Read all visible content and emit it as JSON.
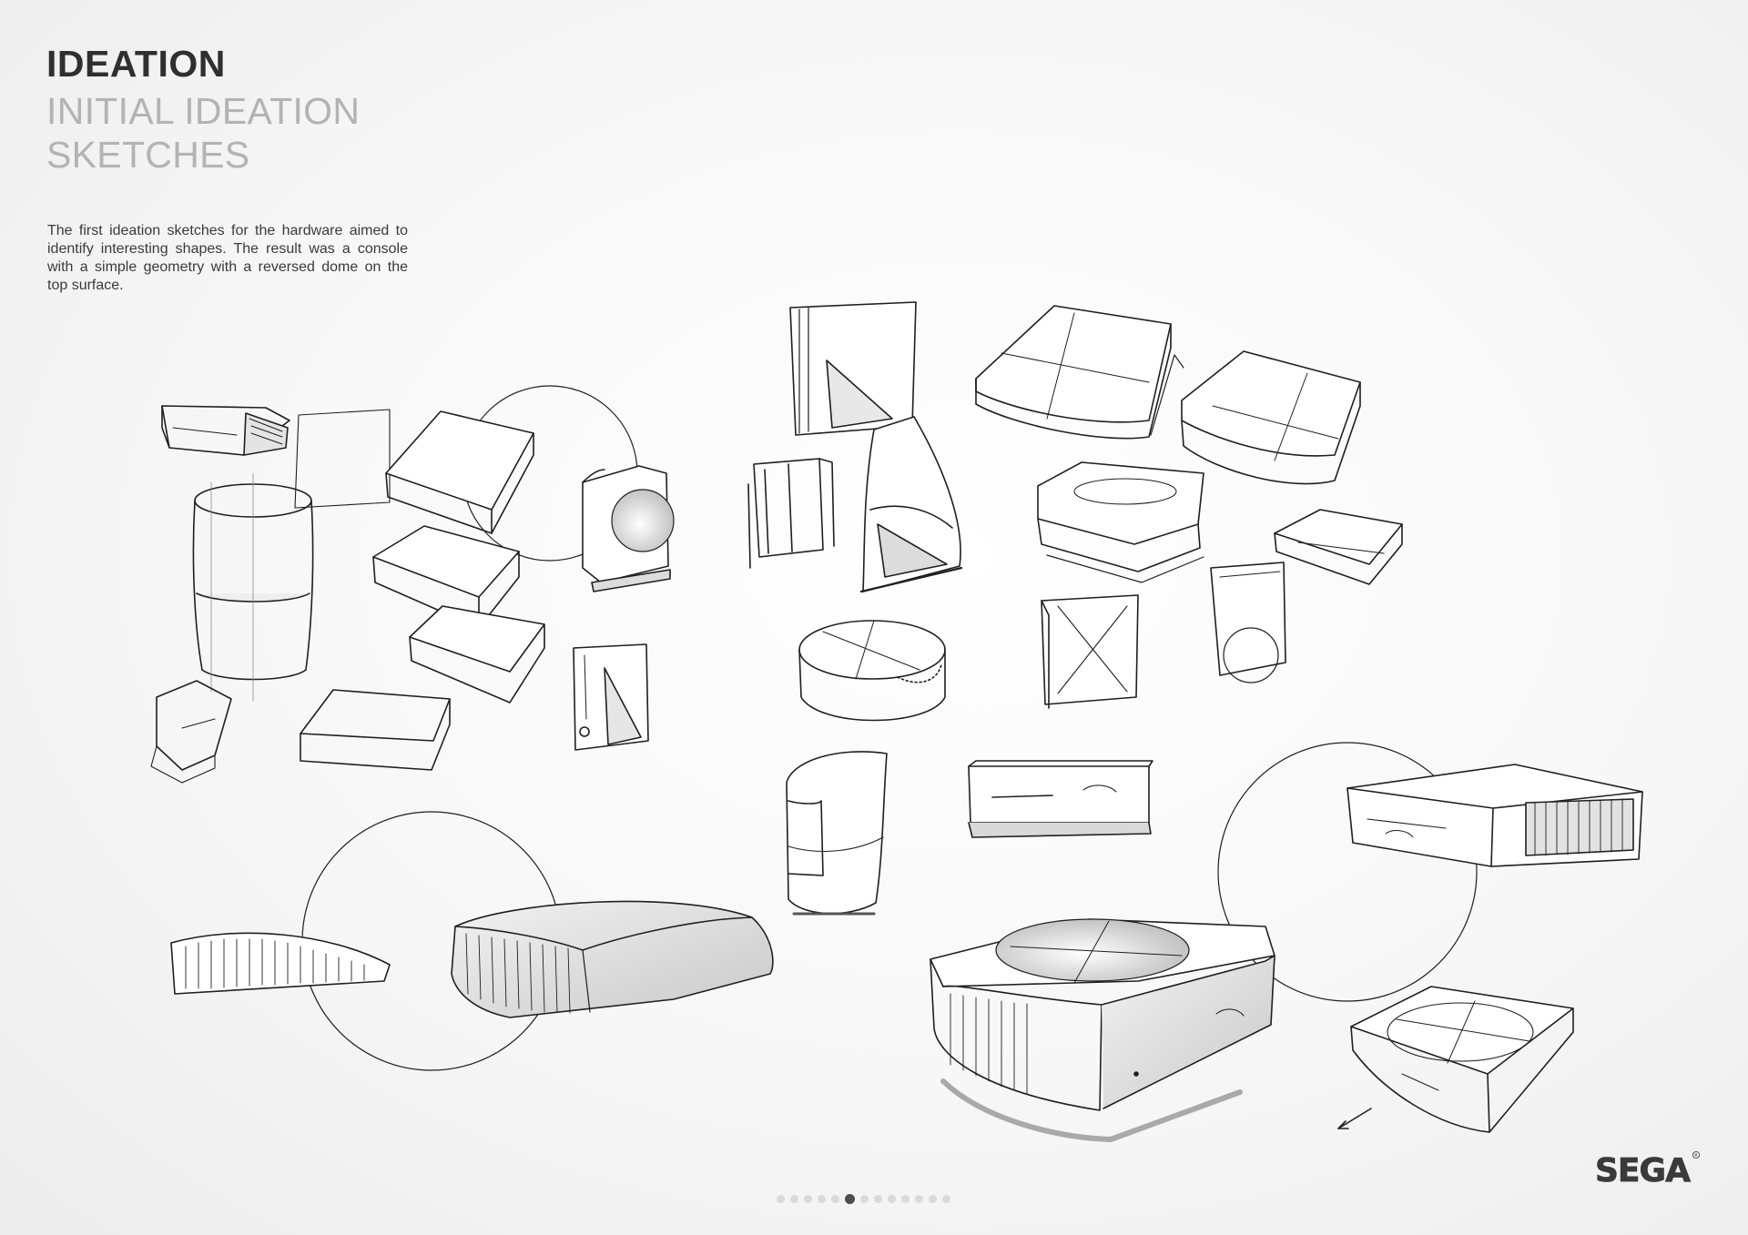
{
  "header": {
    "title": "IDEATION",
    "subtitle": "INITIAL IDEATION SKETCHES"
  },
  "description": "The first ideation sketches for the hardware aimed to identify interesting shapes. The result was a console with a simple geometry with a reversed dome on the top surface.",
  "brand": {
    "logo_text": "SEGA",
    "logo_color": "#3a3a3a"
  },
  "pagination": {
    "total_pages": 13,
    "current_page": 6
  },
  "colors": {
    "ink": "#1f1f1f",
    "shade": "#cfcfcf",
    "title": "#2f2f2f",
    "subtitle": "#b3b3b3"
  }
}
